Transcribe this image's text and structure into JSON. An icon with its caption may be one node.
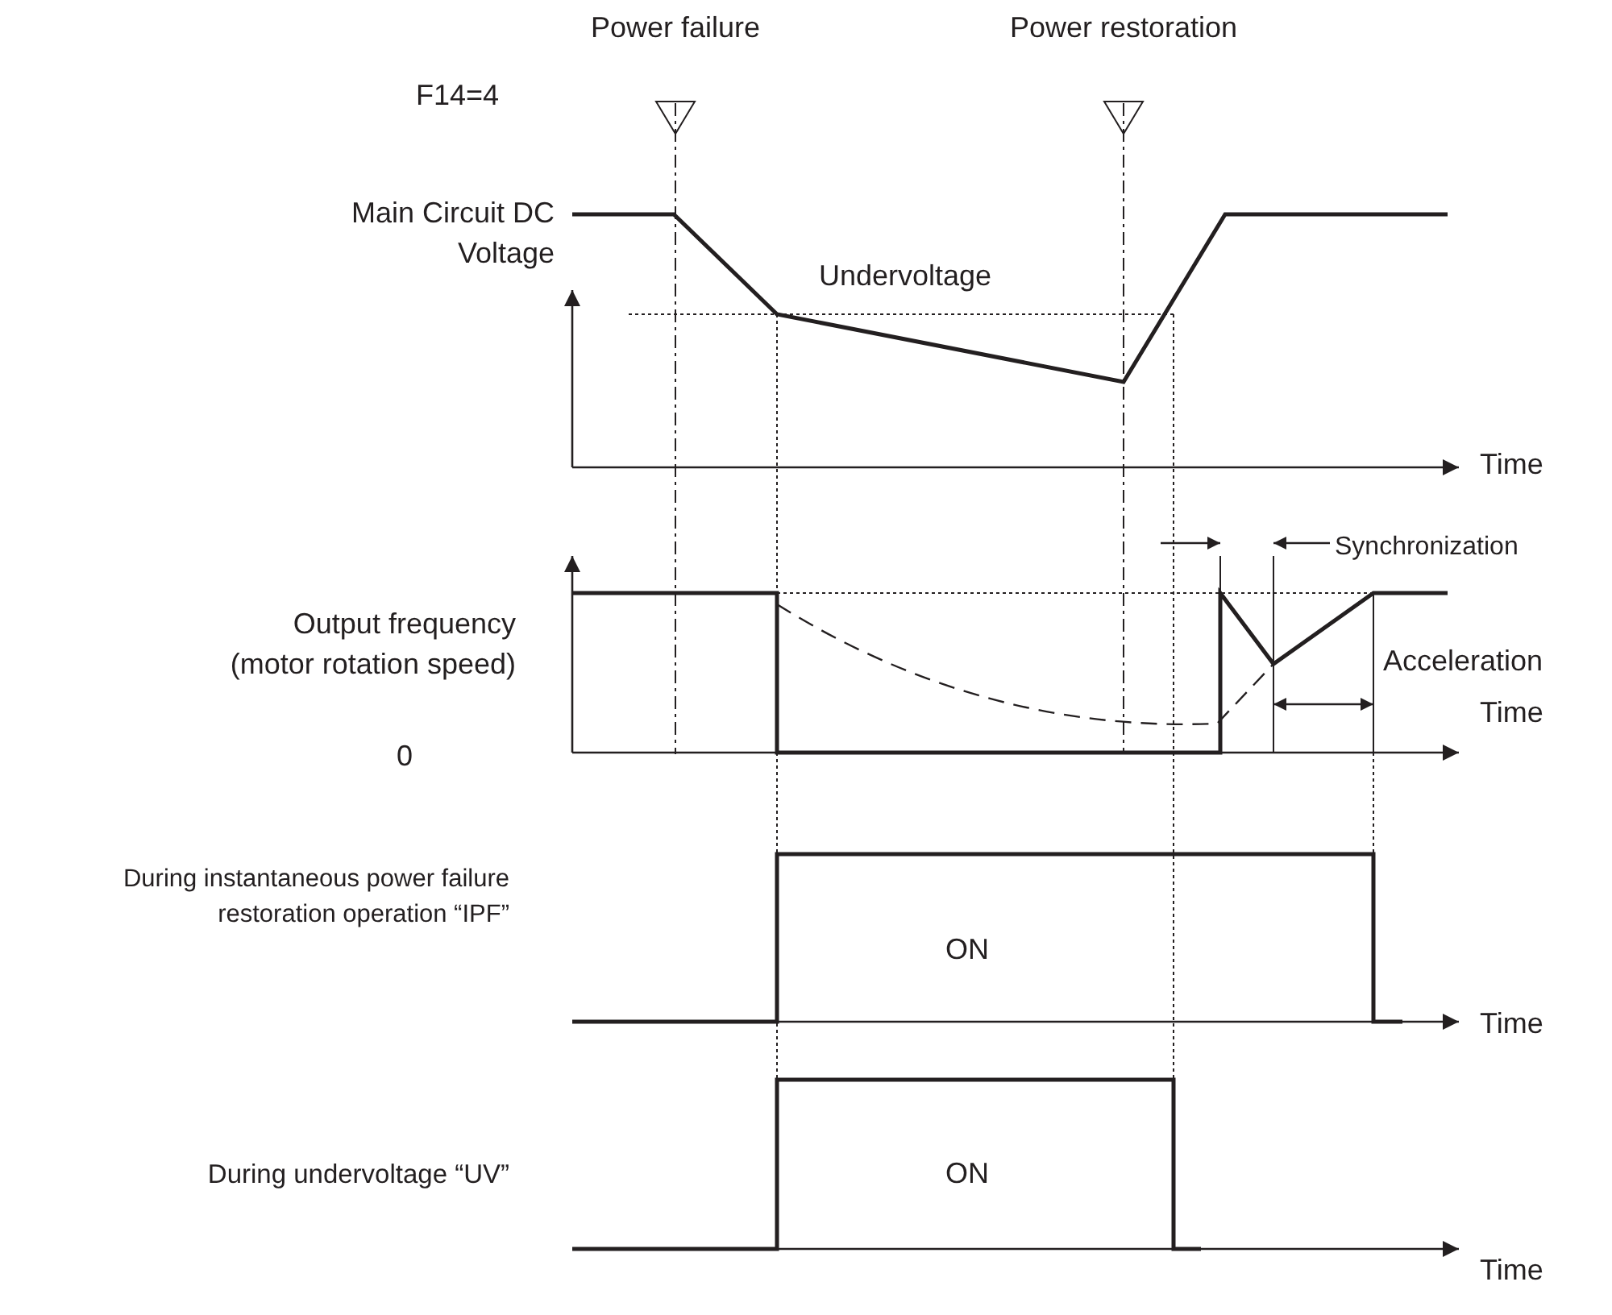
{
  "diagram": {
    "labels": [
      "Power failure",
      "Power restoration",
      "F14=4",
      "Main Circuit DC Voltage",
      "Undervoltage",
      "Time",
      "Synchronization",
      "Output frequency (motor rotation speed)",
      "Acceleration",
      "Time",
      "0",
      "During instantaneous power failure restoration operation “IPF”",
      "ON",
      "Time",
      "During undervoltage “UV”",
      "ON",
      "Time"
    ]
  }
}
